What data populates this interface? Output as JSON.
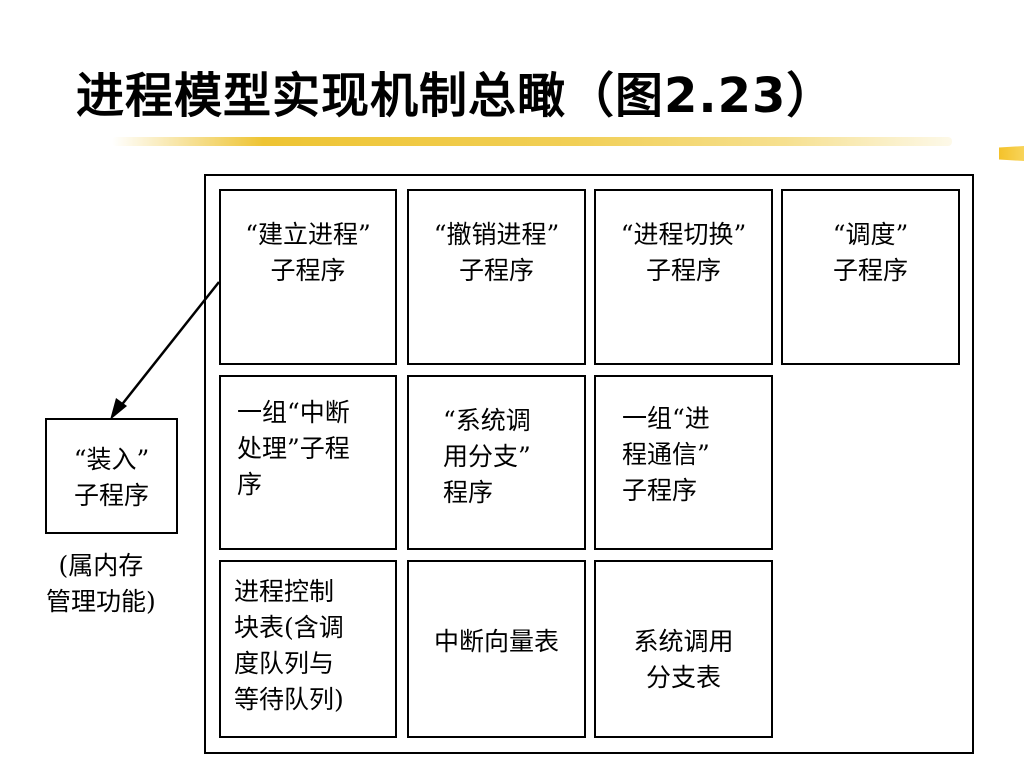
{
  "title": "进程模型实现机制总瞰（图2.23）",
  "cells": {
    "build_process": "“建立进程”\n子程序",
    "revoke_process": "“撤销进程”\n子程序",
    "switch_process": "“进程切换”\n子程序",
    "schedule": "“调度”\n子程序",
    "interrupt_handlers": "一组“中断\n处理”子程\n序",
    "syscall_branch": "“系统调\n用分支”\n程序",
    "ipc": "一组“进\n程通信”\n子程序",
    "pcb_table": "进程控制\n块表(含调\n度队列与\n等待队列)",
    "interrupt_vector": "中断向量表",
    "syscall_table": "系统调用\n分支表"
  },
  "loader": {
    "label": "“装入”\n子程序",
    "note": "(属内存\n管理功能)"
  }
}
